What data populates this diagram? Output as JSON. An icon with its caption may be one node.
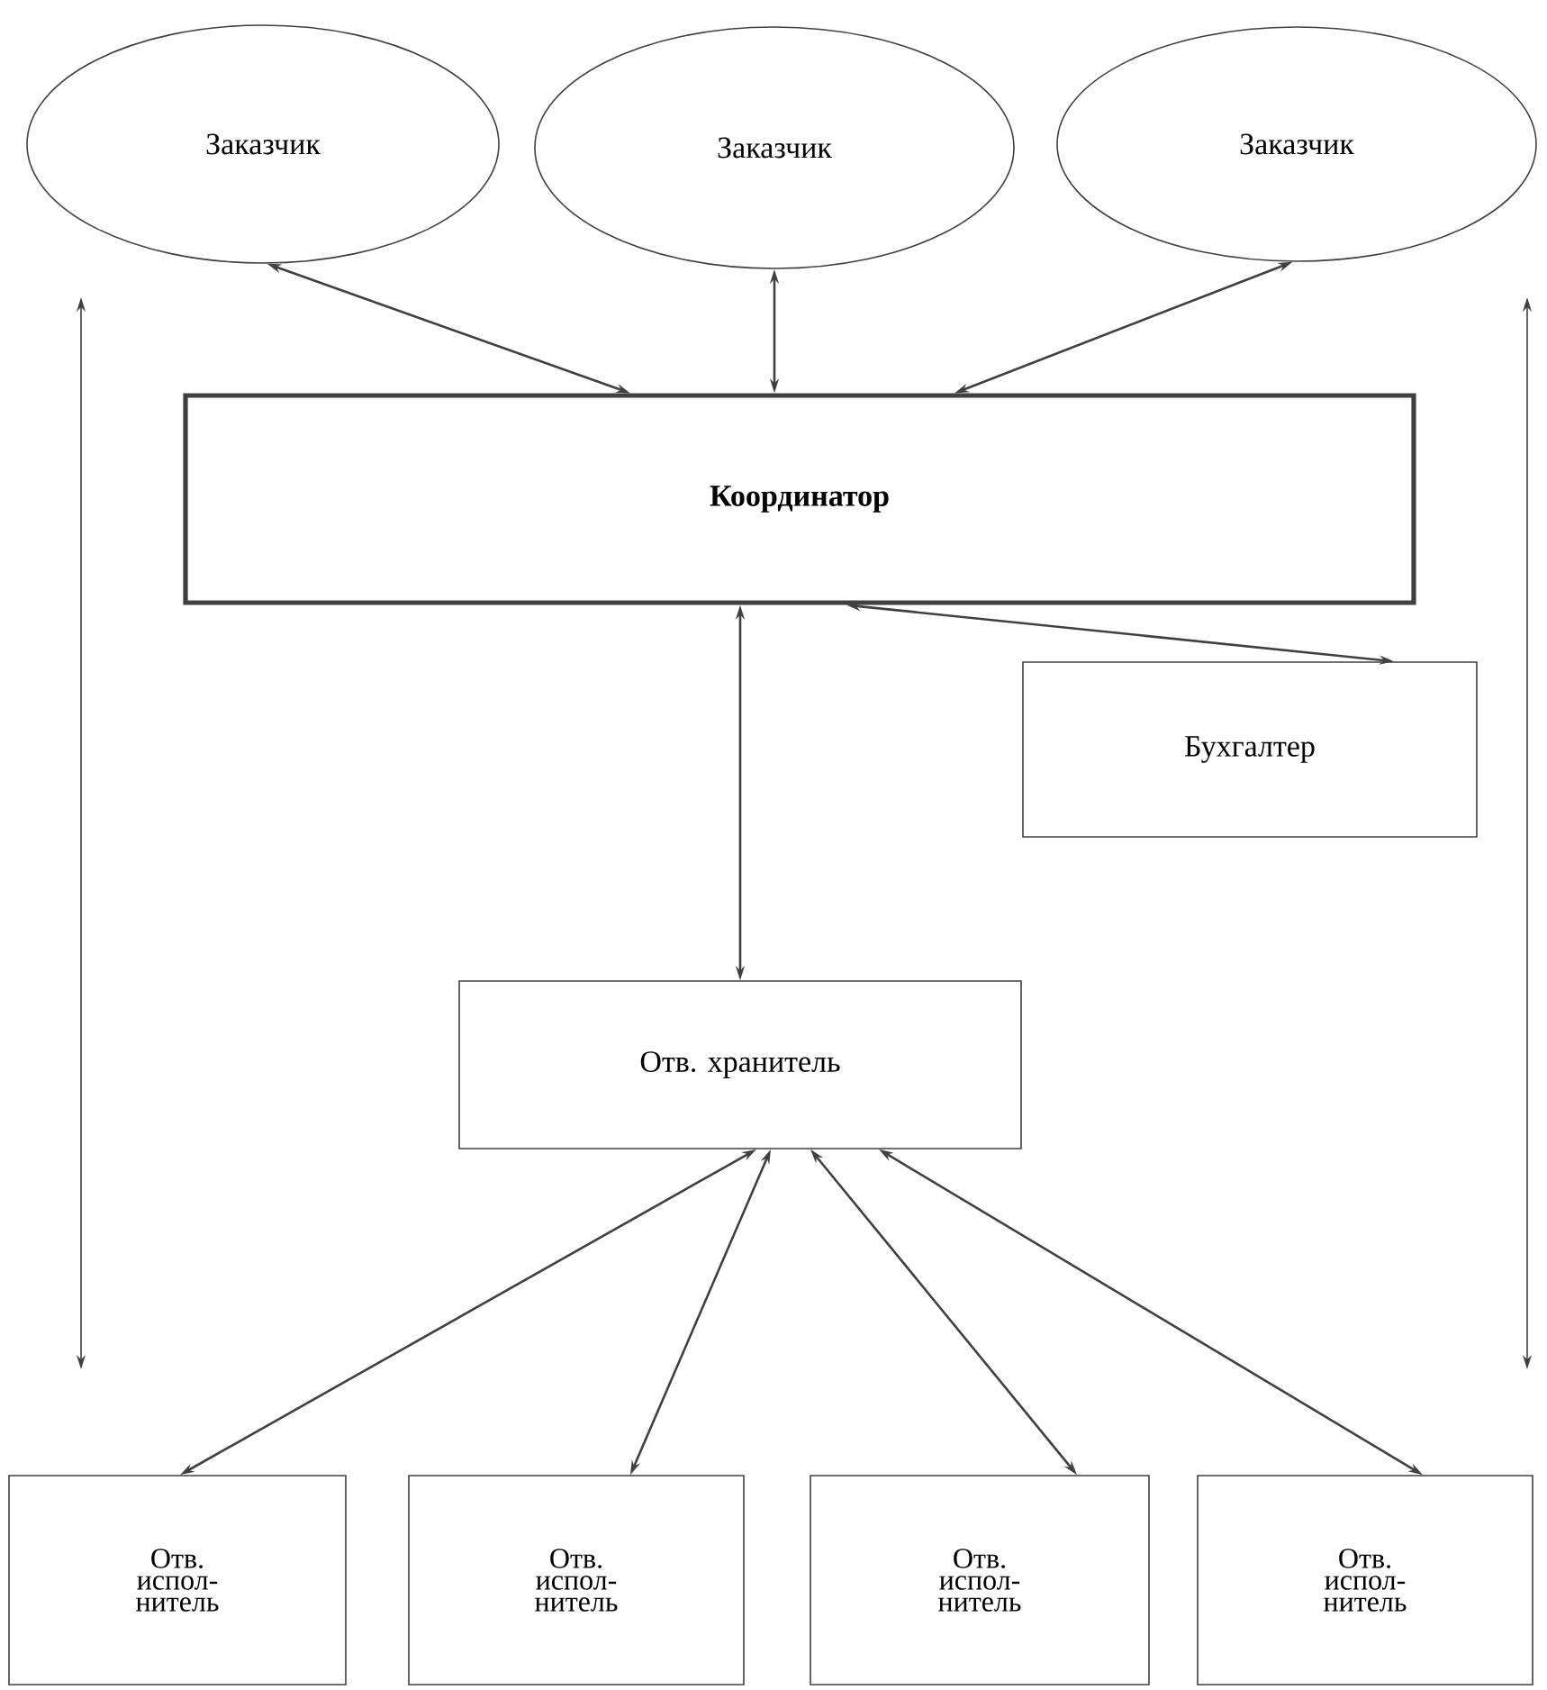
{
  "diagram": {
    "nodes": [
      {
        "text": [
          "Заказчик"
        ]
      },
      {
        "text": [
          "Заказчик"
        ]
      },
      {
        "text": [
          "Заказчик"
        ]
      },
      {
        "text": [
          "Координатор"
        ]
      },
      {
        "text": [
          "Бухгалтер"
        ]
      },
      {
        "text": [
          "Отв. хранитель"
        ]
      },
      {
        "text": [
          "Отв. испол-нитель"
        ]
      },
      {
        "text": [
          "Отв. испол-нитель"
        ]
      },
      {
        "text": [
          "Отв. испол-нитель"
        ]
      },
      {
        "text": [
          "Отв. испол-нитель"
        ]
      }
    ],
    "edges": [
      {
        "from": 0,
        "to": 3,
        "arrow": "both"
      },
      {
        "from": 1,
        "to": 3,
        "arrow": "both"
      },
      {
        "from": 2,
        "to": 3,
        "arrow": "both"
      },
      {
        "from": 3,
        "to": 4,
        "arrow": "both"
      },
      {
        "from": 3,
        "to": 5,
        "arrow": "both"
      },
      {
        "from": 5,
        "to": 6,
        "arrow": "both"
      },
      {
        "from": 5,
        "to": 7,
        "arrow": "both"
      },
      {
        "from": 5,
        "to": 8,
        "arrow": "both"
      },
      {
        "from": 5,
        "to": 9,
        "arrow": "both"
      }
    ]
  }
}
